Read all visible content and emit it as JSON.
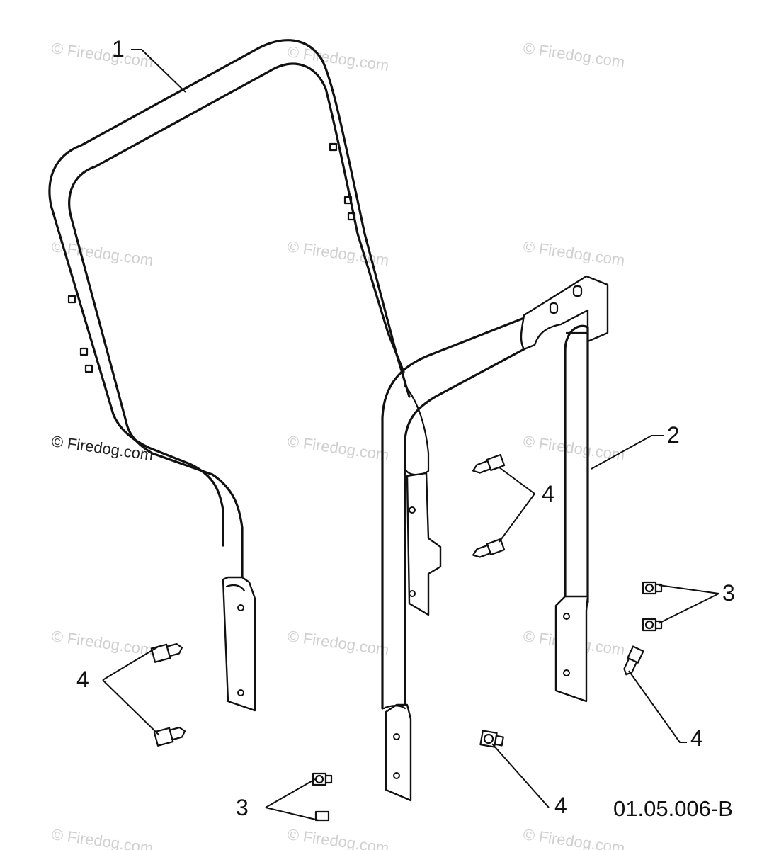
{
  "diagram": {
    "document_number": "01.05.006-B",
    "watermark": "© Firedog.com",
    "callouts": {
      "part_1": "1",
      "part_2": "2",
      "part_3_right": "3",
      "part_3_bottom": "3",
      "part_4_center": "4",
      "part_4_left": "4",
      "part_4_right": "4",
      "part_4_bottom": "4"
    }
  }
}
